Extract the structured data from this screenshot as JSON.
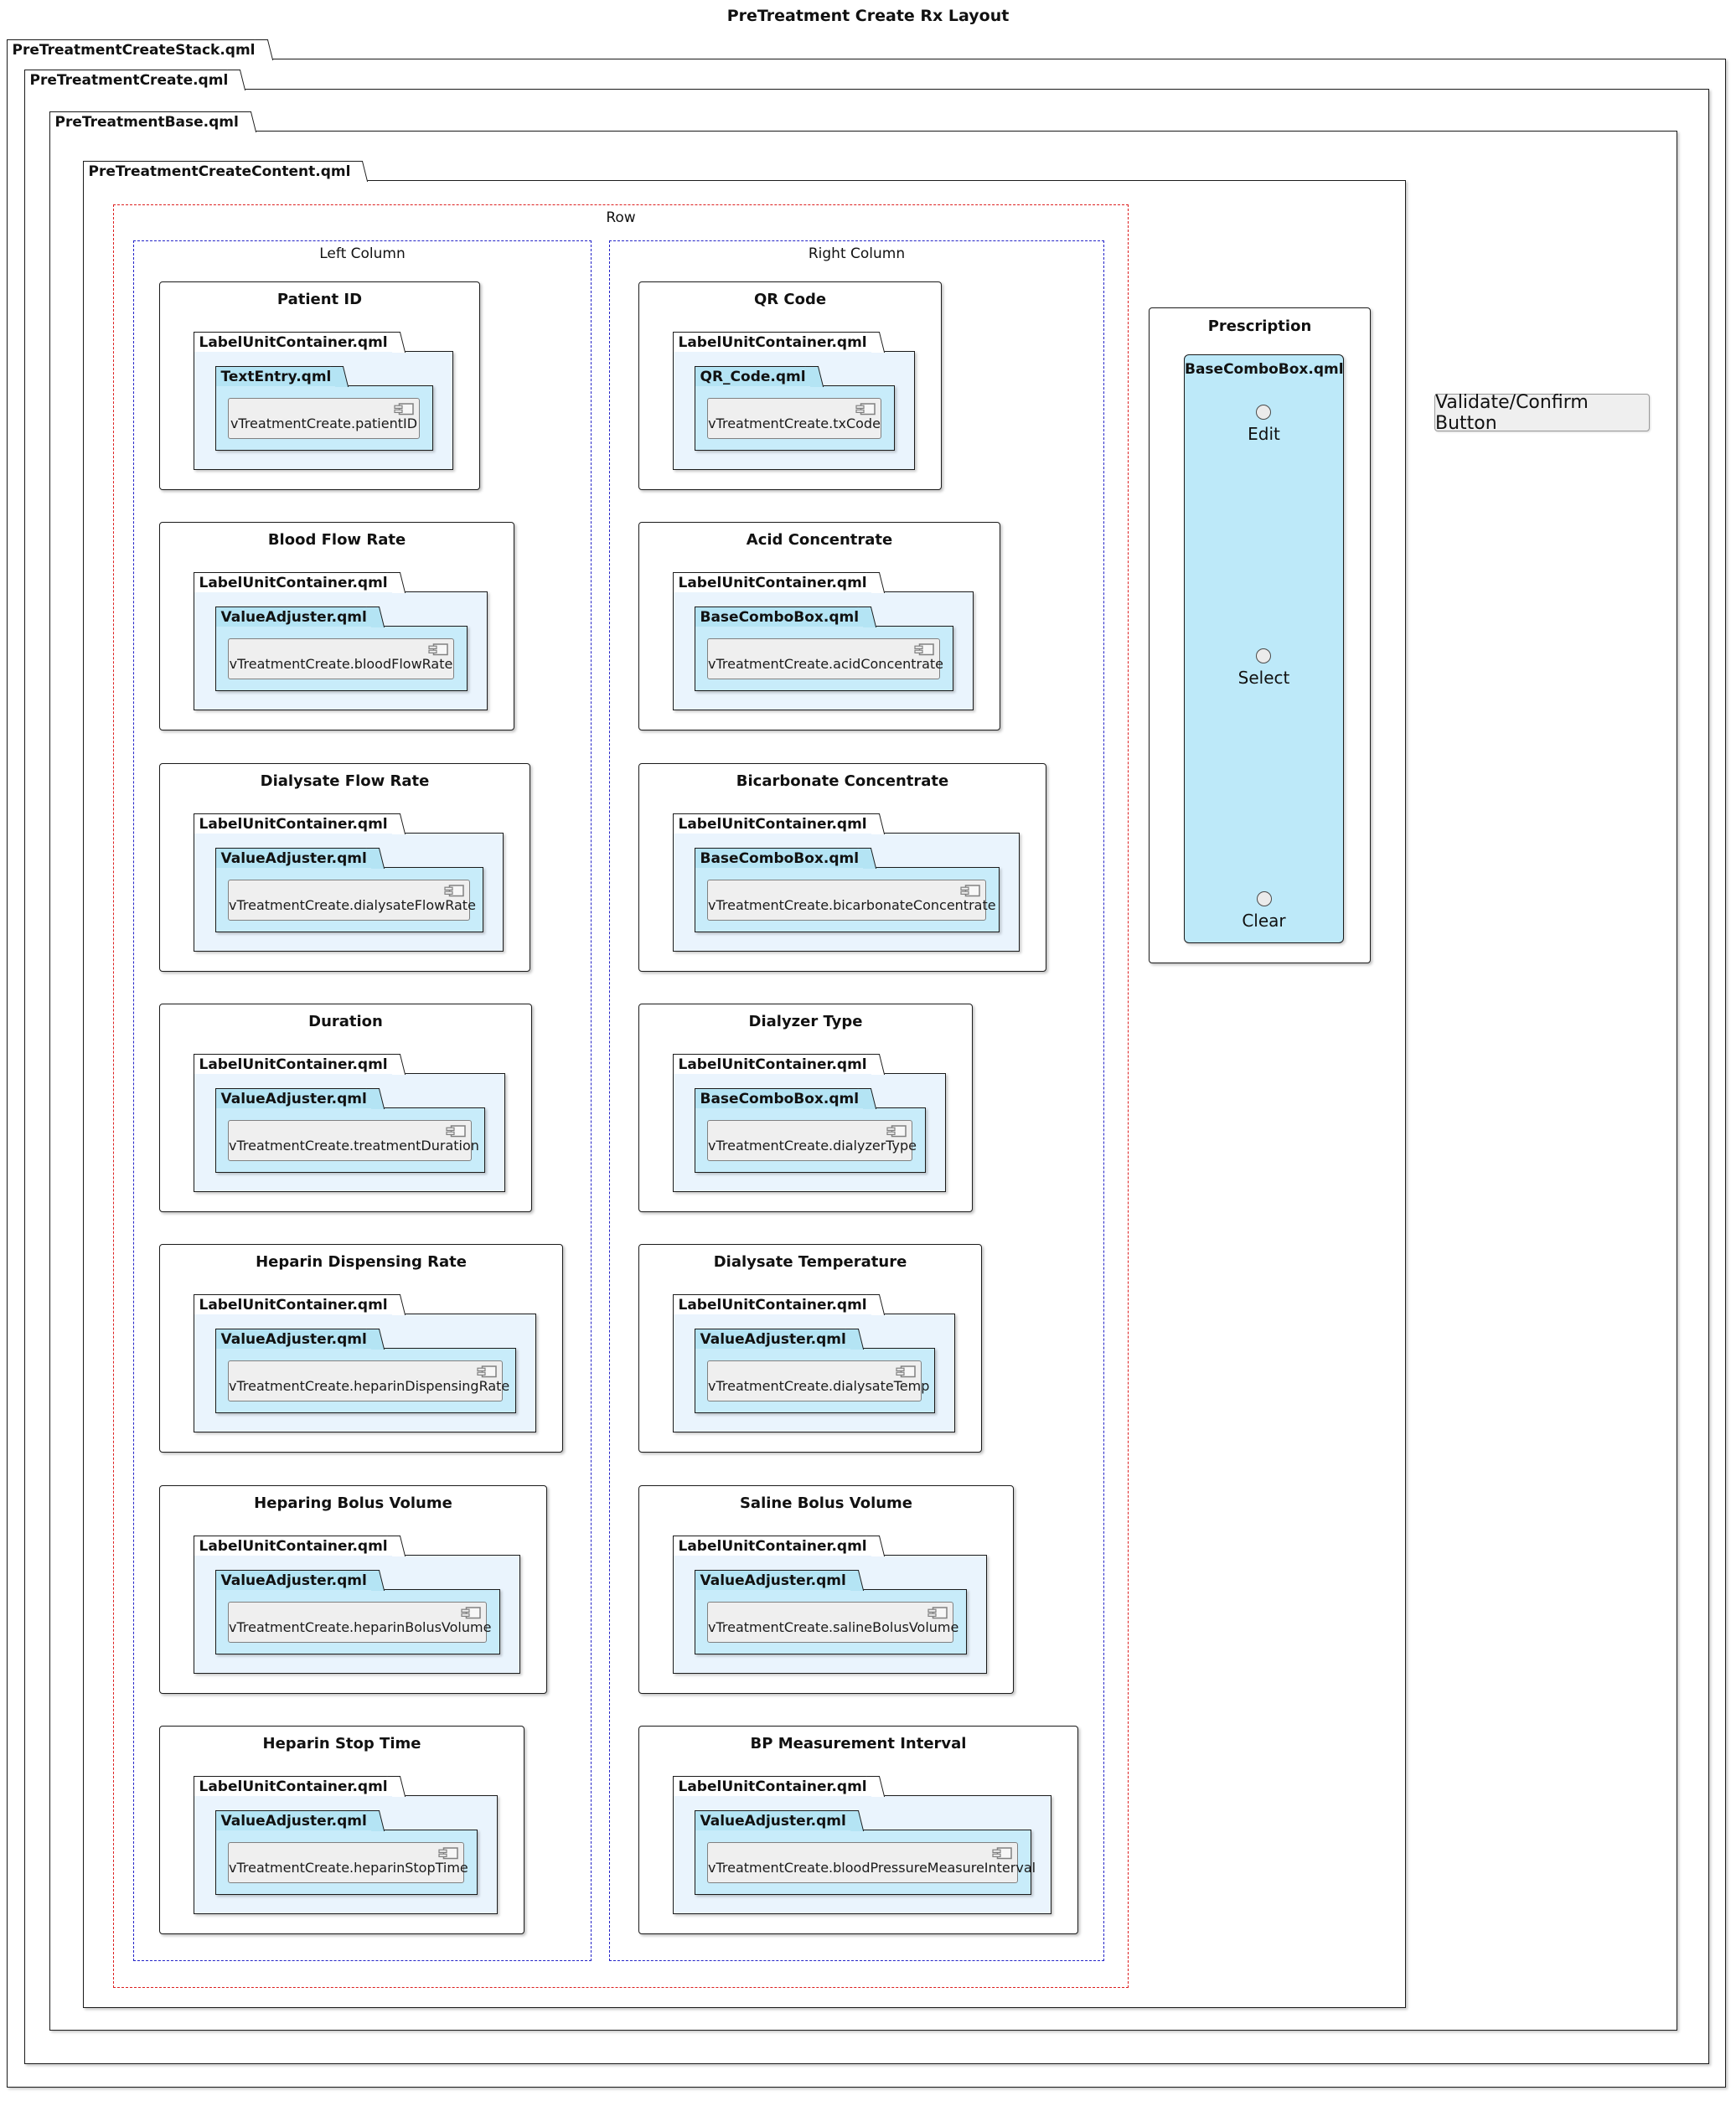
{
  "title": "PreTreatment Create Rx Layout",
  "frames": {
    "stack": "PreTreatmentCreateStack.qml",
    "create": "PreTreatmentCreate.qml",
    "base": "PreTreatmentBase.qml",
    "content": "PreTreatmentCreateContent.qml"
  },
  "groups": {
    "row": "Row",
    "left_column": "Left Column",
    "right_column": "Right Column"
  },
  "left_column_items": [
    {
      "title": "Patient ID",
      "container": "LabelUnitContainer.qml",
      "inner": "TextEntry.qml",
      "component": "vTreatmentCreate.patientID"
    },
    {
      "title": "Blood Flow Rate",
      "container": "LabelUnitContainer.qml",
      "inner": "ValueAdjuster.qml",
      "component": "vTreatmentCreate.bloodFlowRate"
    },
    {
      "title": "Dialysate Flow Rate",
      "container": "LabelUnitContainer.qml",
      "inner": "ValueAdjuster.qml",
      "component": "vTreatmentCreate.dialysateFlowRate"
    },
    {
      "title": "Duration",
      "container": "LabelUnitContainer.qml",
      "inner": "ValueAdjuster.qml",
      "component": "vTreatmentCreate.treatmentDuration"
    },
    {
      "title": "Heparin Dispensing Rate",
      "container": "LabelUnitContainer.qml",
      "inner": "ValueAdjuster.qml",
      "component": "vTreatmentCreate.heparinDispensingRate"
    },
    {
      "title": "Heparing Bolus Volume",
      "container": "LabelUnitContainer.qml",
      "inner": "ValueAdjuster.qml",
      "component": "vTreatmentCreate.heparinBolusVolume"
    },
    {
      "title": "Heparin Stop Time",
      "container": "LabelUnitContainer.qml",
      "inner": "ValueAdjuster.qml",
      "component": "vTreatmentCreate.heparinStopTime"
    }
  ],
  "right_column_items": [
    {
      "title": "QR Code",
      "container": "LabelUnitContainer.qml",
      "inner": "QR_Code.qml",
      "component": "vTreatmentCreate.txCode"
    },
    {
      "title": "Acid Concentrate",
      "container": "LabelUnitContainer.qml",
      "inner": "BaseComboBox.qml",
      "component": "vTreatmentCreate.acidConcentrate"
    },
    {
      "title": "Bicarbonate Concentrate",
      "container": "LabelUnitContainer.qml",
      "inner": "BaseComboBox.qml",
      "component": "vTreatmentCreate.bicarbonateConcentrate"
    },
    {
      "title": "Dialyzer Type",
      "container": "LabelUnitContainer.qml",
      "inner": "BaseComboBox.qml",
      "component": "vTreatmentCreate.dialyzerType"
    },
    {
      "title": "Dialysate Temperature",
      "container": "LabelUnitContainer.qml",
      "inner": "ValueAdjuster.qml",
      "component": "vTreatmentCreate.dialysateTemp"
    },
    {
      "title": "Saline Bolus Volume",
      "container": "LabelUnitContainer.qml",
      "inner": "ValueAdjuster.qml",
      "component": "vTreatmentCreate.salineBolusVolume"
    },
    {
      "title": "BP Measurement Interval",
      "container": "LabelUnitContainer.qml",
      "inner": "ValueAdjuster.qml",
      "component": "vTreatmentCreate.bloodPressureMeasureInterval"
    }
  ],
  "prescription": {
    "title": "Prescription",
    "frame_label": "BaseComboBox.qml",
    "options": [
      "Edit",
      "Select",
      "Clear"
    ]
  },
  "validate_button_label": "Validate/Confirm Button",
  "colors": {
    "container_fill": "#eaf4fd",
    "inner_frame_fill": "#c8ecfa",
    "inner_tab_fill": "#b4e4f4",
    "combo_fill": "#bde9f9",
    "component_fill": "#efefef",
    "row_dash": "#dd1f1f",
    "column_dash": "#2323c8"
  }
}
